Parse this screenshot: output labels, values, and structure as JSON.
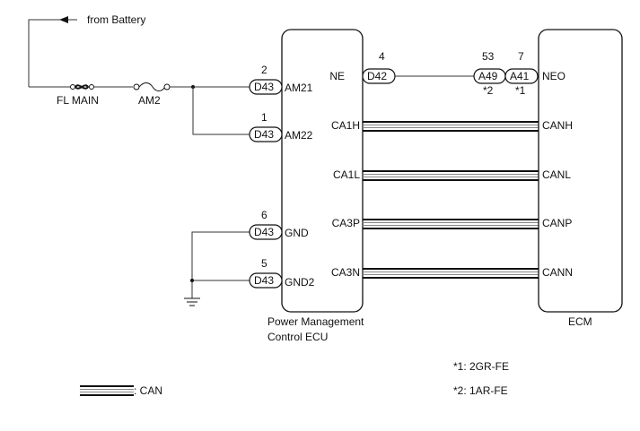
{
  "source": {
    "label": "from Battery"
  },
  "fuses": [
    {
      "id": "fl-main",
      "label": "FL MAIN"
    },
    {
      "id": "am2",
      "label": "AM2"
    }
  ],
  "pmc_ecu": {
    "title_line1": "Power Management",
    "title_line2": "Control ECU",
    "left_pins": [
      {
        "connector": "D43",
        "pin_no": "2",
        "name": "AM21"
      },
      {
        "connector": "D43",
        "pin_no": "1",
        "name": "AM22"
      },
      {
        "connector": "D43",
        "pin_no": "6",
        "name": "GND"
      },
      {
        "connector": "D43",
        "pin_no": "5",
        "name": "GND2"
      }
    ],
    "right_pins": [
      {
        "name": "NE",
        "connector": "D42",
        "pin_no": "4"
      },
      {
        "name": "CA1H"
      },
      {
        "name": "CA1L"
      },
      {
        "name": "CA3P"
      },
      {
        "name": "CA3N"
      }
    ]
  },
  "ecm": {
    "title": "ECM",
    "pins": [
      {
        "name": "NEO",
        "connectors": [
          {
            "connector": "A49",
            "pin_no": "53",
            "note": "*2"
          },
          {
            "connector": "A41",
            "pin_no": "7",
            "note": "*1"
          }
        ]
      },
      {
        "name": "CANH"
      },
      {
        "name": "CANL"
      },
      {
        "name": "CANP"
      },
      {
        "name": "CANN"
      }
    ]
  },
  "legend": {
    "can_label": ": CAN",
    "notes": [
      "*1: 2GR-FE",
      "*2: 1AR-FE"
    ]
  }
}
